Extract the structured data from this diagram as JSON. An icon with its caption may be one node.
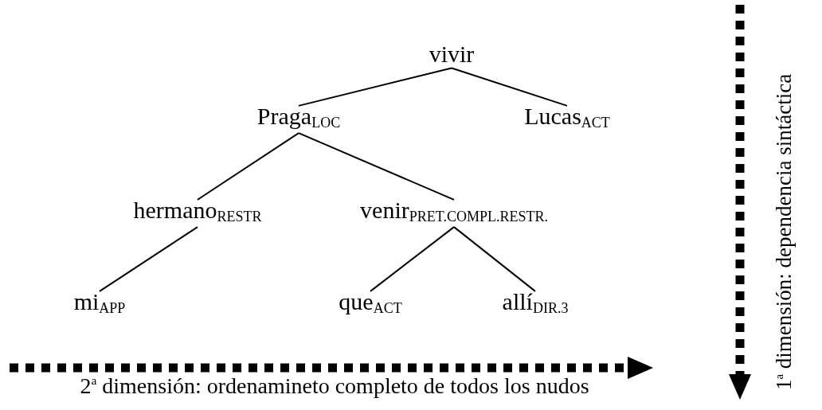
{
  "diagram": {
    "nodes": [
      {
        "text": [
          "vivir"
        ]
      },
      {
        "text": [
          "Praga$_{LOC}$"
        ]
      },
      {
        "text": [
          "Lucas$_{ACT}$"
        ]
      },
      {
        "text": [
          "hermano$_{RESTR}$"
        ]
      },
      {
        "text": [
          "venir$_{PRET.COMPL.RESTR.}$"
        ]
      },
      {
        "text": [
          "mi$_{APP}$"
        ]
      },
      {
        "text": [
          "que$_{ACT}$"
        ]
      },
      {
        "text": [
          "allí$_{DIR.3}$"
        ]
      }
    ],
    "edges": [
      {
        "from": 0,
        "to": 1,
        "arrow": "none"
      },
      {
        "from": 0,
        "to": 2,
        "arrow": "none"
      },
      {
        "from": 1,
        "to": 3,
        "arrow": "none"
      },
      {
        "from": 1,
        "to": 4,
        "arrow": "none"
      },
      {
        "from": 3,
        "to": 5,
        "arrow": "none"
      },
      {
        "from": 4,
        "to": 6,
        "arrow": "none"
      },
      {
        "from": 4,
        "to": 7,
        "arrow": "none"
      }
    ],
    "labels": [
      "1$^{a}$ dimensión: dependencia sintáctica",
      "2$^{a}$ dimensión: ordenamineto completo de todos los nudos"
    ]
  }
}
